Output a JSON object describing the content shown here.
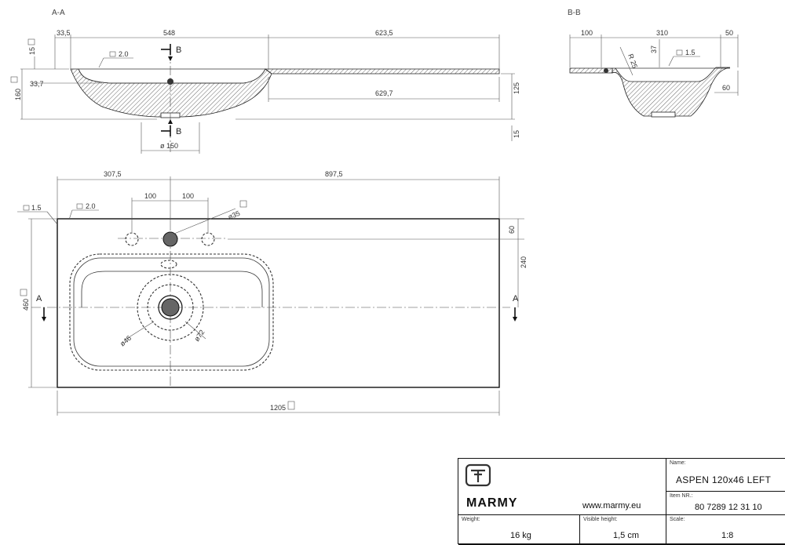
{
  "sections": {
    "aa_top": "A-A",
    "bb_top": "B-B",
    "b_mark": "B",
    "a_mark": "A"
  },
  "section_aa": {
    "dims": {
      "d33_5": "33,5",
      "d548": "548",
      "d623_5": "623,5",
      "d15_top": "15",
      "d2_0": "2.0",
      "d33_7": "33,7",
      "d160": "160",
      "d125": "125",
      "d629_7": "629,7",
      "d15_bot": "15",
      "d150": "ø 150"
    }
  },
  "section_bb": {
    "dims": {
      "d100": "100",
      "d310": "310",
      "d50": "50",
      "dr25": "R 25",
      "d37": "37",
      "d1_5": "1.5",
      "d60": "60"
    }
  },
  "plan": {
    "dims": {
      "d307_5": "307,5",
      "d897_5": "897,5",
      "d100a": "100",
      "d100b": "100",
      "d1_5": "1.5",
      "d2_0": "2.0",
      "d35": "ø35",
      "d60": "60",
      "d240": "240",
      "d460": "460",
      "d46": "ø46",
      "d72": "ø72",
      "d1205": "1205"
    }
  },
  "titleblock": {
    "brand": "MARMY",
    "website": "www.marmy.eu",
    "name_caption": "Name:",
    "name_value": "ASPEN 120x46 LEFT",
    "item_caption": "Item NR.:",
    "item_value": "80 7289 12 31 10",
    "weight_caption": "Weight:",
    "weight_value": "16 kg",
    "visible_caption": "Visible height:",
    "visible_value": "1,5 cm",
    "scale_caption": "Scale:",
    "scale_value": "1:8"
  }
}
